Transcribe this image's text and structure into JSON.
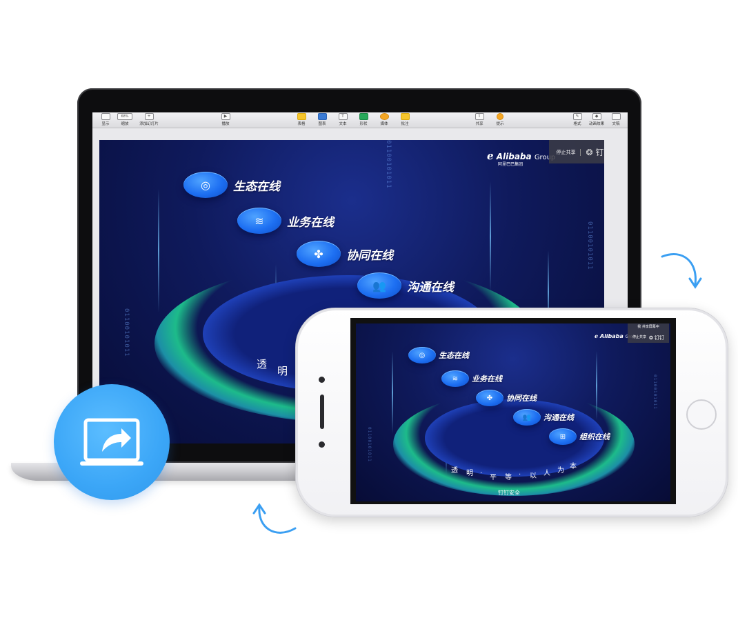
{
  "laptop": {
    "toolbar": {
      "items": [
        {
          "label": "显示",
          "icon": "view-icon"
        },
        {
          "label": "缩放",
          "value": "68%",
          "icon": "zoom-icon"
        },
        {
          "label": "添加幻灯片",
          "icon": "plus-icon"
        },
        {
          "label": "播放",
          "icon": "play-icon"
        },
        {
          "label": "表格",
          "icon": "table-icon"
        },
        {
          "label": "图表",
          "icon": "chart-icon"
        },
        {
          "label": "文本",
          "icon": "text-icon"
        },
        {
          "label": "形状",
          "icon": "shape-icon"
        },
        {
          "label": "媒体",
          "icon": "media-icon"
        },
        {
          "label": "批注",
          "icon": "comment-icon"
        },
        {
          "label": "共享",
          "icon": "share-icon"
        },
        {
          "label": "提示",
          "icon": "tips-icon"
        },
        {
          "label": "格式",
          "icon": "format-icon"
        },
        {
          "label": "动画效果",
          "icon": "animate-icon"
        },
        {
          "label": "文稿",
          "icon": "document-icon"
        }
      ]
    },
    "share_panel": {
      "title": "我 共享屏幕中",
      "stop_label": "停止共享"
    }
  },
  "slide": {
    "logo": {
      "brand": "Alibaba",
      "group": "Group",
      "cn": "阿里巴巴集团",
      "partner": "钉钉"
    },
    "items": [
      {
        "label": "生态在线",
        "icon": "planet-icon"
      },
      {
        "label": "业务在线",
        "icon": "layers-icon"
      },
      {
        "label": "协同在线",
        "icon": "fan-icon"
      },
      {
        "label": "沟通在线",
        "icon": "people-icon"
      },
      {
        "label": "组织在线",
        "icon": "org-chart-icon"
      }
    ],
    "ring_words": [
      "透",
      "明",
      "·",
      "平",
      "等",
      "·",
      "以",
      "人",
      "为",
      "本"
    ],
    "bottom_label": "钉钉安全",
    "binary_text": "01100101011"
  },
  "colors": {
    "accent": "#3ba6f7",
    "slide_bg": "#0f1a5c",
    "ring_green": "#1dbb8a"
  }
}
